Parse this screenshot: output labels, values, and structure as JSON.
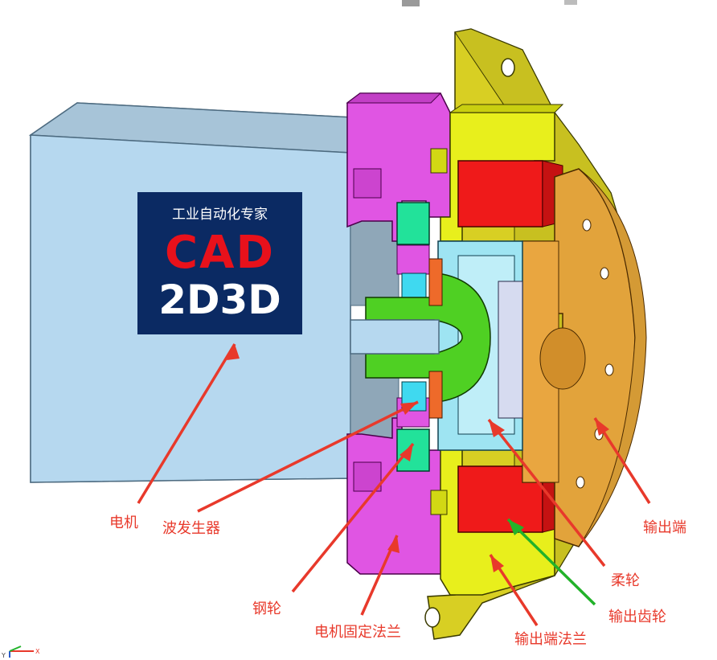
{
  "colors": {
    "motor_body": "#b6d8ef",
    "motor_edge": "#6f8fa6",
    "motor_flange": "#e055e3",
    "output_flange": "#e8ef1c",
    "output_disc": "#e2c23a",
    "output_end": "#e9a640",
    "output_gear": "#ef1a1a",
    "steel_wheel": "#22e29a",
    "wave_generator": "#4fd023",
    "flex_wheel": "#9ee4f2",
    "annotation_red": "#e8392b",
    "annotation_green": "#22b22a",
    "logo_bg": "#0b2a63",
    "logo_red": "#e8111b"
  },
  "logo": {
    "subtitle": "工业自动化专家",
    "line1": "CAD",
    "line2": "2D3D"
  },
  "labels": {
    "motor": "电机",
    "wave_generator": "波发生器",
    "steel_wheel": "钢轮",
    "motor_flange": "电机固定法兰",
    "output_flange": "输出端法兰",
    "output_gear": "输出齿轮",
    "flex_wheel": "柔轮",
    "output_end": "输出端"
  },
  "axis_indicator": {
    "y": "Y",
    "x": "X"
  }
}
